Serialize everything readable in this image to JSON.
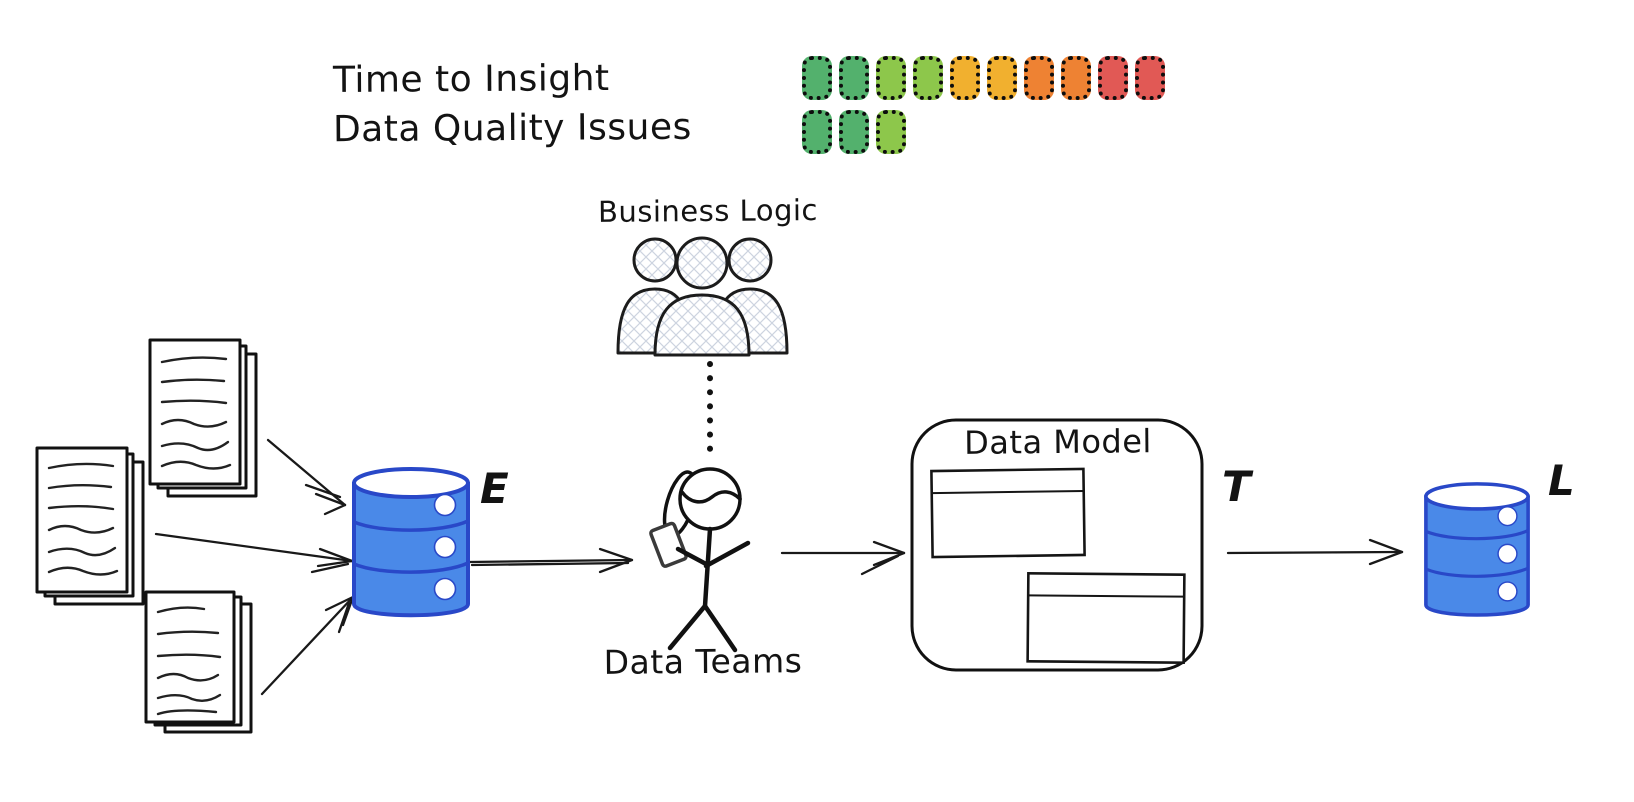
{
  "legend": {
    "rows": [
      {
        "label": "Time to Insight",
        "colors": [
          "green",
          "green",
          "lime",
          "lime",
          "amber",
          "amber",
          "orange",
          "orange",
          "red",
          "red"
        ]
      },
      {
        "label": "Data Quality Issues",
        "colors": [
          "green",
          "green",
          "lime"
        ]
      }
    ]
  },
  "palette": {
    "green": "#53b16d",
    "lime": "#8dc74b",
    "amber": "#f1b02f",
    "orange": "#ee8233",
    "red": "#e15955",
    "db_fill": "#4a89e8",
    "db_stroke": "#2948c8",
    "ink": "#111111",
    "hatch": "#cdd4e0"
  },
  "nodes": {
    "business_logic_label": "Business Logic",
    "data_teams_label": "Data Teams",
    "data_model_label": "Data Model",
    "extract_label": "E",
    "transform_label": "T",
    "load_label": "L"
  }
}
